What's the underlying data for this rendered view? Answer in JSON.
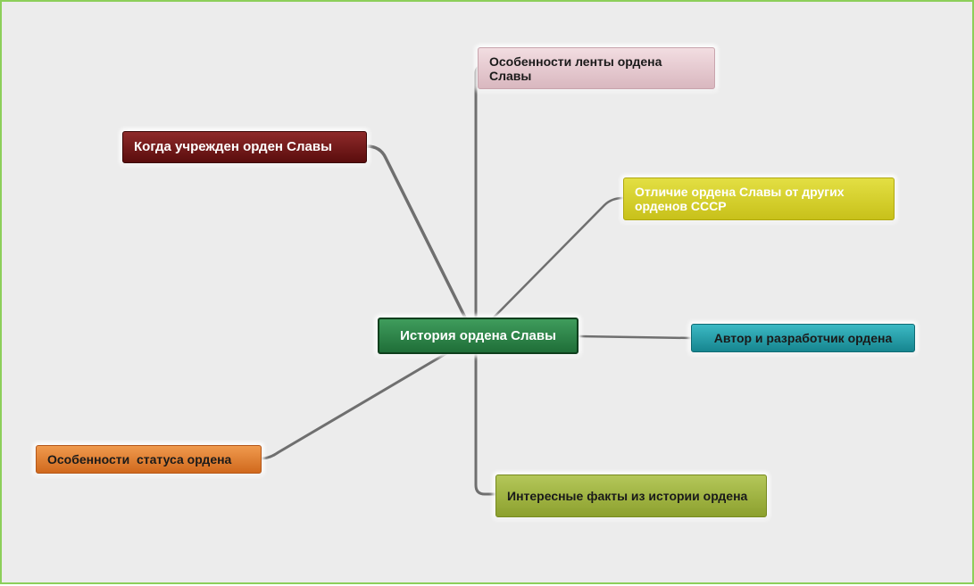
{
  "mindmap": {
    "center": {
      "label": "История ордена Славы"
    },
    "branches": {
      "ribbon": {
        "label": "Особенности ленты ордена Славы",
        "color": "#e6c9cf"
      },
      "established": {
        "label": "Когда учрежден орден Славы",
        "color": "#6e1414"
      },
      "difference": {
        "label": "Отличие ордена Славы от других орденов СССР",
        "color": "#d6cf2a"
      },
      "author": {
        "label": "Автор и разработчик ордена",
        "color": "#249ea8"
      },
      "status": {
        "label": "Особенности  статуса ордена",
        "color": "#e07d33"
      },
      "facts": {
        "label": "Интересные факты из истории ордена",
        "color": "#9fb33f"
      }
    },
    "center_color": "#2d8a4a",
    "frame_color": "#8ccf5a"
  }
}
